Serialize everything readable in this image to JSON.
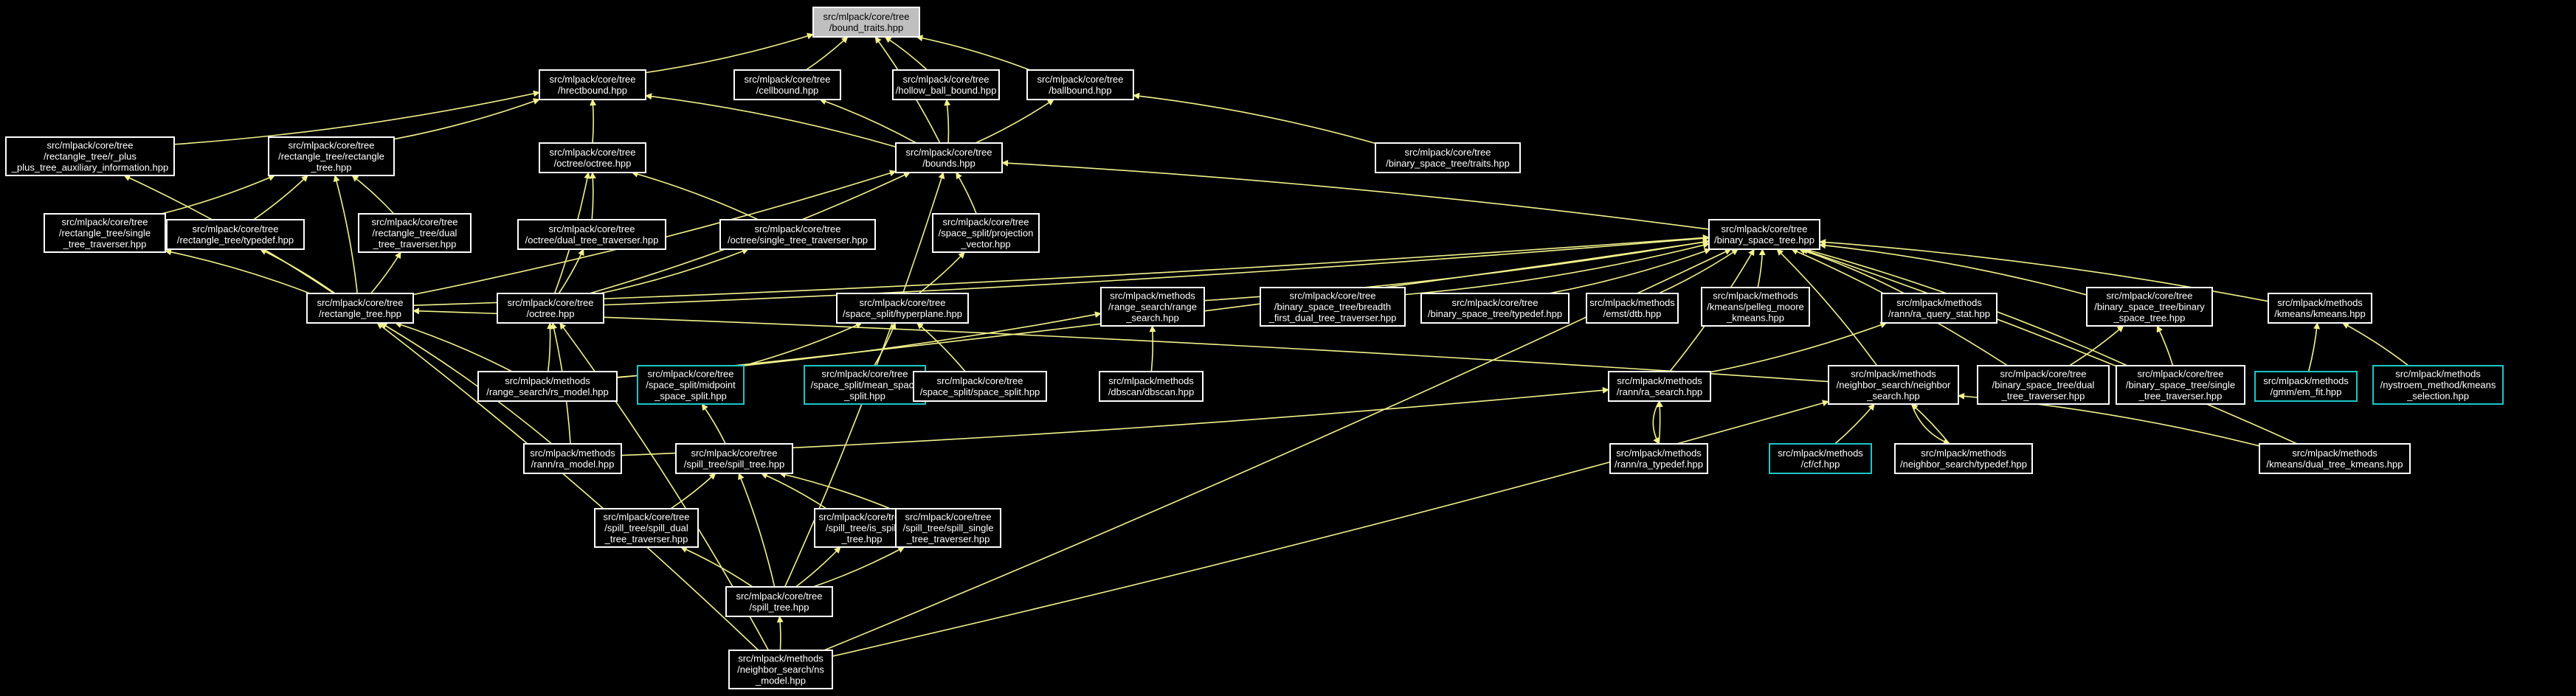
{
  "nodes": [
    {
      "id": "bound_traits",
      "lines": [
        "src/mlpack/core/tree",
        "/bound_traits.hpp"
      ],
      "style": "highlight"
    },
    {
      "id": "hrectbound",
      "lines": [
        "src/mlpack/core/tree",
        "/hrectbound.hpp"
      ],
      "style": "normal"
    },
    {
      "id": "cellbound",
      "lines": [
        "src/mlpack/core/tree",
        "/cellbound.hpp"
      ],
      "style": "normal"
    },
    {
      "id": "hollow_ball_bound",
      "lines": [
        "src/mlpack/core/tree",
        "/hollow_ball_bound.hpp"
      ],
      "style": "normal"
    },
    {
      "id": "ballbound",
      "lines": [
        "src/mlpack/core/tree",
        "/ballbound.hpp"
      ],
      "style": "normal"
    },
    {
      "id": "r_plus_aux",
      "lines": [
        "src/mlpack/core/tree",
        "/rectangle_tree/r_plus",
        "_plus_tree_auxiliary_information.hpp"
      ],
      "style": "normal"
    },
    {
      "id": "rect_rect",
      "lines": [
        "src/mlpack/core/tree",
        "/rectangle_tree/rectangle",
        "_tree.hpp"
      ],
      "style": "normal"
    },
    {
      "id": "octree_octree",
      "lines": [
        "src/mlpack/core/tree",
        "/octree/octree.hpp"
      ],
      "style": "normal"
    },
    {
      "id": "bounds",
      "lines": [
        "src/mlpack/core/tree",
        "/bounds.hpp"
      ],
      "style": "normal"
    },
    {
      "id": "bst_traits",
      "lines": [
        "src/mlpack/core/tree",
        "/binary_space_tree/traits.hpp"
      ],
      "style": "normal"
    },
    {
      "id": "rect_single",
      "lines": [
        "src/mlpack/core/tree",
        "/rectangle_tree/single",
        "_tree_traverser.hpp"
      ],
      "style": "normal"
    },
    {
      "id": "rect_typedef",
      "lines": [
        "src/mlpack/core/tree",
        "/rectangle_tree/typedef.hpp"
      ],
      "style": "normal"
    },
    {
      "id": "rect_dual",
      "lines": [
        "src/mlpack/core/tree",
        "/rectangle_tree/dual",
        "_tree_traverser.hpp"
      ],
      "style": "normal"
    },
    {
      "id": "octree_dual",
      "lines": [
        "src/mlpack/core/tree",
        "/octree/dual_tree_traverser.hpp"
      ],
      "style": "normal"
    },
    {
      "id": "octree_single",
      "lines": [
        "src/mlpack/core/tree",
        "/octree/single_tree_traverser.hpp"
      ],
      "style": "normal"
    },
    {
      "id": "projection",
      "lines": [
        "src/mlpack/core/tree",
        "/space_split/projection",
        "_vector.hpp"
      ],
      "style": "normal"
    },
    {
      "id": "bst",
      "lines": [
        "src/mlpack/core/tree",
        "/binary_space_tree.hpp"
      ],
      "style": "normal"
    },
    {
      "id": "rectangle_tree",
      "lines": [
        "src/mlpack/core/tree",
        "/rectangle_tree.hpp"
      ],
      "style": "normal"
    },
    {
      "id": "octree",
      "lines": [
        "src/mlpack/core/tree",
        "/octree.hpp"
      ],
      "style": "normal"
    },
    {
      "id": "hyperplane",
      "lines": [
        "src/mlpack/core/tree",
        "/space_split/hyperplane.hpp"
      ],
      "style": "normal"
    },
    {
      "id": "range_search",
      "lines": [
        "src/mlpack/methods",
        "/range_search/range",
        "_search.hpp"
      ],
      "style": "normal"
    },
    {
      "id": "bst_breadth",
      "lines": [
        "src/mlpack/core/tree",
        "/binary_space_tree/breadth",
        "_first_dual_tree_traverser.hpp"
      ],
      "style": "normal"
    },
    {
      "id": "bst_typedef",
      "lines": [
        "src/mlpack/core/tree",
        "/binary_space_tree/typedef.hpp"
      ],
      "style": "normal"
    },
    {
      "id": "emst",
      "lines": [
        "src/mlpack/methods",
        "/emst/dtb.hpp"
      ],
      "style": "normal"
    },
    {
      "id": "pelleg",
      "lines": [
        "src/mlpack/methods",
        "/kmeans/pelleg_moore",
        "_kmeans.hpp"
      ],
      "style": "normal"
    },
    {
      "id": "ra_query_stat",
      "lines": [
        "src/mlpack/methods",
        "/rann/ra_query_stat.hpp"
      ],
      "style": "normal"
    },
    {
      "id": "bst_bst",
      "lines": [
        "src/mlpack/core/tree",
        "/binary_space_tree/binary",
        "_space_tree.hpp"
      ],
      "style": "normal"
    },
    {
      "id": "kmeans",
      "lines": [
        "src/mlpack/methods",
        "/kmeans/kmeans.hpp"
      ],
      "style": "normal"
    },
    {
      "id": "rs_model",
      "lines": [
        "src/mlpack/methods",
        "/range_search/rs_model.hpp"
      ],
      "style": "normal"
    },
    {
      "id": "midpoint",
      "lines": [
        "src/mlpack/core/tree",
        "/space_split/midpoint",
        "_space_split.hpp"
      ],
      "style": "external"
    },
    {
      "id": "mean_split",
      "lines": [
        "src/mlpack/core/tree",
        "/space_split/mean_space",
        "_split.hpp"
      ],
      "style": "external"
    },
    {
      "id": "space_split",
      "lines": [
        "src/mlpack/core/tree",
        "/space_split/space_split.hpp"
      ],
      "style": "normal"
    },
    {
      "id": "dbscan",
      "lines": [
        "src/mlpack/methods",
        "/dbscan/dbscan.hpp"
      ],
      "style": "normal"
    },
    {
      "id": "ra_search",
      "lines": [
        "src/mlpack/methods",
        "/rann/ra_search.hpp"
      ],
      "style": "normal"
    },
    {
      "id": "ns_search",
      "lines": [
        "src/mlpack/methods",
        "/neighbor_search/neighbor",
        "_search.hpp"
      ],
      "style": "normal"
    },
    {
      "id": "bst_dual",
      "lines": [
        "src/mlpack/core/tree",
        "/binary_space_tree/dual",
        "_tree_traverser.hpp"
      ],
      "style": "normal"
    },
    {
      "id": "bst_single",
      "lines": [
        "src/mlpack/core/tree",
        "/binary_space_tree/single",
        "_tree_traverser.hpp"
      ],
      "style": "normal"
    },
    {
      "id": "em_fit",
      "lines": [
        "src/mlpack/methods",
        "/gmm/em_fit.hpp"
      ],
      "style": "external"
    },
    {
      "id": "nystroem",
      "lines": [
        "src/mlpack/methods",
        "/nystroem_method/kmeans",
        "_selection.hpp"
      ],
      "style": "external"
    },
    {
      "id": "ra_model",
      "lines": [
        "src/mlpack/methods",
        "/rann/ra_model.hpp"
      ],
      "style": "normal"
    },
    {
      "id": "spill_spill",
      "lines": [
        "src/mlpack/core/tree",
        "/spill_tree/spill_tree.hpp"
      ],
      "style": "normal"
    },
    {
      "id": "ra_typedef",
      "lines": [
        "src/mlpack/methods",
        "/rann/ra_typedef.hpp"
      ],
      "style": "normal"
    },
    {
      "id": "cf",
      "lines": [
        "src/mlpack/methods",
        "/cf/cf.hpp"
      ],
      "style": "external"
    },
    {
      "id": "ns_typedef",
      "lines": [
        "src/mlpack/methods",
        "/neighbor_search/typedef.hpp"
      ],
      "style": "normal"
    },
    {
      "id": "dual_tree_kmeans",
      "lines": [
        "src/mlpack/methods",
        "/kmeans/dual_tree_kmeans.hpp"
      ],
      "style": "normal"
    },
    {
      "id": "spill_dual",
      "lines": [
        "src/mlpack/core/tree",
        "/spill_tree/spill_dual",
        "_tree_traverser.hpp"
      ],
      "style": "normal"
    },
    {
      "id": "spill_is",
      "lines": [
        "src/mlpack/core/tree",
        "/spill_tree/is_spill",
        "_tree.hpp"
      ],
      "style": "normal"
    },
    {
      "id": "spill_single",
      "lines": [
        "src/mlpack/core/tree",
        "/spill_tree/spill_single",
        "_tree_traverser.hpp"
      ],
      "style": "normal"
    },
    {
      "id": "spill_tree",
      "lines": [
        "src/mlpack/core/tree",
        "/spill_tree.hpp"
      ],
      "style": "normal"
    },
    {
      "id": "ns_model",
      "lines": [
        "src/mlpack/methods",
        "/neighbor_search/ns",
        "_model.hpp"
      ],
      "style": "normal"
    }
  ],
  "edges": [
    [
      "hrectbound",
      "bound_traits"
    ],
    [
      "cellbound",
      "bound_traits"
    ],
    [
      "hollow_ball_bound",
      "bound_traits"
    ],
    [
      "ballbound",
      "bound_traits"
    ],
    [
      "bounds",
      "bound_traits"
    ],
    [
      "bounds",
      "hrectbound"
    ],
    [
      "bounds",
      "cellbound"
    ],
    [
      "bounds",
      "hollow_ball_bound"
    ],
    [
      "bounds",
      "ballbound"
    ],
    [
      "r_plus_aux",
      "hrectbound"
    ],
    [
      "rect_rect",
      "hrectbound"
    ],
    [
      "octree_octree",
      "hrectbound"
    ],
    [
      "bst_traits",
      "ballbound"
    ],
    [
      "rect_single",
      "rect_rect"
    ],
    [
      "rect_typedef",
      "rect_rect"
    ],
    [
      "rect_dual",
      "rect_rect"
    ],
    [
      "octree_dual",
      "octree_octree"
    ],
    [
      "octree_single",
      "octree_octree"
    ],
    [
      "projection",
      "bounds"
    ],
    [
      "bst",
      "bounds"
    ],
    [
      "rectangle_tree",
      "r_plus_aux"
    ],
    [
      "rectangle_tree",
      "rect_rect"
    ],
    [
      "rectangle_tree",
      "rect_single"
    ],
    [
      "rectangle_tree",
      "rect_typedef"
    ],
    [
      "rectangle_tree",
      "rect_dual"
    ],
    [
      "rectangle_tree",
      "bounds"
    ],
    [
      "octree",
      "octree_octree"
    ],
    [
      "octree",
      "octree_dual"
    ],
    [
      "octree",
      "octree_single"
    ],
    [
      "octree",
      "bounds"
    ],
    [
      "hyperplane",
      "projection"
    ],
    [
      "range_search",
      "bst"
    ],
    [
      "bst_breadth",
      "bst"
    ],
    [
      "bst_typedef",
      "bst"
    ],
    [
      "emst",
      "bst"
    ],
    [
      "pelleg",
      "bst"
    ],
    [
      "ra_query_stat",
      "bst"
    ],
    [
      "bst_bst",
      "bst"
    ],
    [
      "kmeans",
      "bst"
    ],
    [
      "rectangle_tree",
      "bst"
    ],
    [
      "octree",
      "bst"
    ],
    [
      "rs_model",
      "range_search"
    ],
    [
      "rs_model",
      "rectangle_tree"
    ],
    [
      "rs_model",
      "octree"
    ],
    [
      "rs_model",
      "bst"
    ],
    [
      "midpoint",
      "hyperplane"
    ],
    [
      "mean_split",
      "hyperplane"
    ],
    [
      "space_split",
      "hyperplane"
    ],
    [
      "dbscan",
      "range_search"
    ],
    [
      "ra_search",
      "ra_query_stat"
    ],
    [
      "ra_search",
      "bst"
    ],
    [
      "ns_search",
      "bst"
    ],
    [
      "ns_search",
      "rectangle_tree"
    ],
    [
      "bst_dual",
      "bst_bst"
    ],
    [
      "bst_dual",
      "bst"
    ],
    [
      "bst_single",
      "bst_bst"
    ],
    [
      "bst_single",
      "bst"
    ],
    [
      "em_fit",
      "kmeans"
    ],
    [
      "nystroem",
      "kmeans"
    ],
    [
      "ra_model",
      "ra_search"
    ],
    [
      "ra_model",
      "rectangle_tree"
    ],
    [
      "ra_model",
      "octree"
    ],
    [
      "spill_spill",
      "midpoint"
    ],
    [
      "ra_typedef",
      "ra_search"
    ],
    [
      "ra_search",
      "ra_typedef"
    ],
    [
      "cf",
      "ns_search"
    ],
    [
      "ns_typedef",
      "ns_search"
    ],
    [
      "ns_search",
      "ns_typedef"
    ],
    [
      "dual_tree_kmeans",
      "ns_search"
    ],
    [
      "dual_tree_kmeans",
      "bst"
    ],
    [
      "spill_dual",
      "spill_spill"
    ],
    [
      "spill_is",
      "spill_spill"
    ],
    [
      "spill_single",
      "spill_spill"
    ],
    [
      "spill_tree",
      "spill_spill"
    ],
    [
      "spill_tree",
      "spill_dual"
    ],
    [
      "spill_tree",
      "spill_is"
    ],
    [
      "spill_tree",
      "spill_single"
    ],
    [
      "spill_tree",
      "bounds"
    ],
    [
      "ns_model",
      "spill_tree"
    ],
    [
      "ns_model",
      "rectangle_tree"
    ],
    [
      "ns_model",
      "octree"
    ],
    [
      "ns_model",
      "ns_search"
    ],
    [
      "ns_model",
      "bst"
    ]
  ],
  "colors": {
    "background": "#000000",
    "node_border": "#ffffff",
    "node_text": "#ffffff",
    "highlight_fill": "#bfbfbf",
    "external_border": "#1cc7c7",
    "edge": "#f2f28c"
  }
}
